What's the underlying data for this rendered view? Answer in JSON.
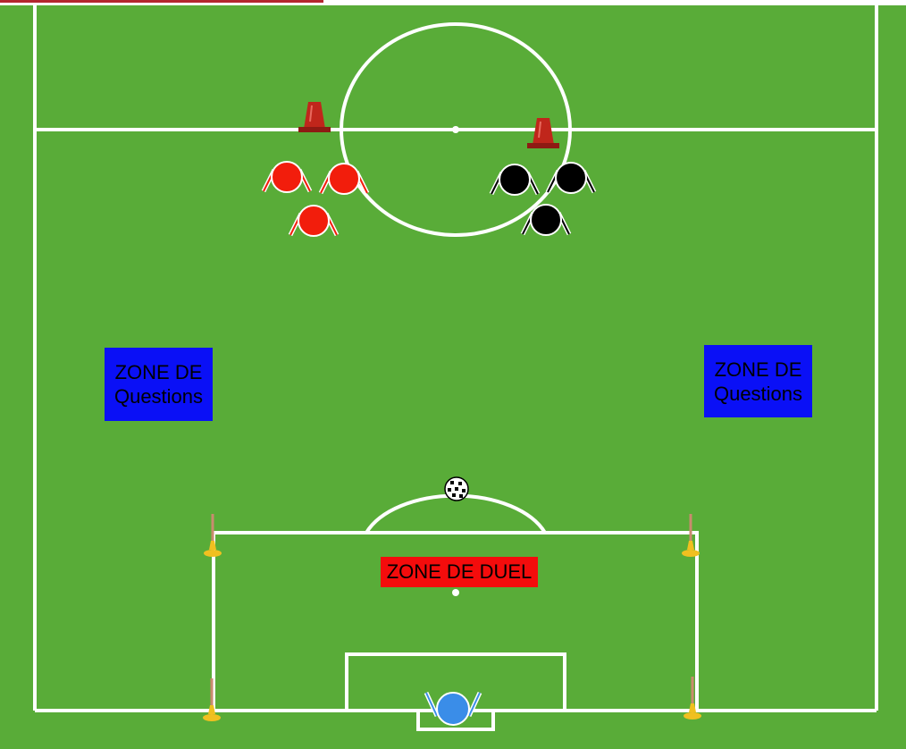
{
  "zones": {
    "left": {
      "line1": "ZONE DE",
      "line2": "Questions"
    },
    "right": {
      "line1": "ZONE DE",
      "line2": "Questions"
    },
    "duel": {
      "label": "ZONE DE DUEL"
    }
  },
  "colors": {
    "grass": "#59ac38",
    "lines": "#ffffff",
    "team_red": "#f21d0c",
    "team_black": "#000000",
    "goalkeeper": "#3a8de8",
    "question_zone": "#0a10f6",
    "duel_zone": "#f40c0c",
    "cone": "#c0261b",
    "marker_pole": "#f0c020"
  },
  "icons": {
    "cone": "training-cone-icon",
    "player": "player-icon",
    "ball": "soccer-ball-icon",
    "pole": "marker-pole-icon"
  }
}
